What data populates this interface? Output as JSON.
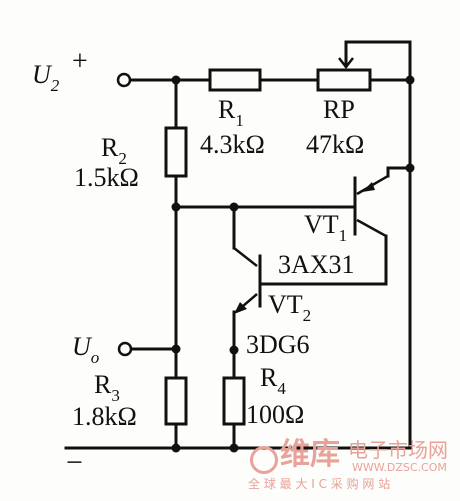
{
  "terminals": {
    "u2": {
      "symbol": "U",
      "sub": "2",
      "sign": "+"
    },
    "uo": {
      "symbol": "U",
      "sub": "o"
    },
    "ground_sign": "−"
  },
  "components": {
    "r1": {
      "name": "R",
      "sub": "1",
      "value": "4.3kΩ"
    },
    "rp": {
      "name": "RP",
      "value": "47kΩ"
    },
    "r2": {
      "name": "R",
      "sub": "2",
      "value": "1.5kΩ"
    },
    "vt1": {
      "name": "VT",
      "sub": "1",
      "model": "3AX31"
    },
    "vt2": {
      "name": "VT",
      "sub": "2",
      "model": "3DG6"
    },
    "r3": {
      "name": "R",
      "sub": "3",
      "value": "1.8kΩ"
    },
    "r4": {
      "name": "R",
      "sub": "4",
      "value": "100Ω"
    }
  },
  "watermark": {
    "logo_text": "维库",
    "tagline": "电子市场网",
    "url": "WWW.DZSC.COM",
    "slogan": "全 球 最 大 I C 采 购 网 站",
    "color": "#e8a29a"
  }
}
